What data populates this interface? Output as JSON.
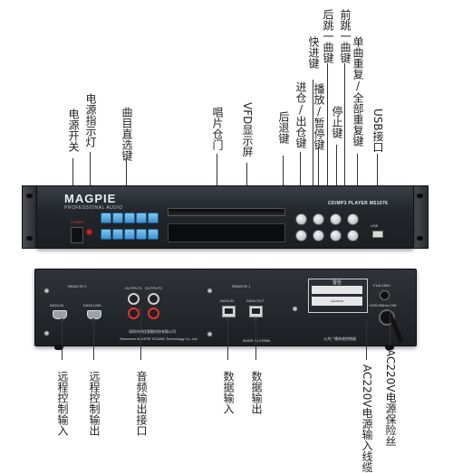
{
  "front_panel": {
    "brand": "MAGPIE",
    "brand_sub": "PROFESSIONAL AUDIO",
    "power_text": "POWER",
    "model": "CD/MP3 PLAYER  MS1076",
    "usb_text": "USB"
  },
  "front_labels": {
    "power_switch": "电源开关",
    "power_indicator": "电源指示灯",
    "track_select_keys": "曲目直选键",
    "disc_tray": "唱片仓门",
    "vfd_display": "VFD显示屏",
    "rewind_key": "后退键",
    "tray_key": "进仓/出仓键",
    "fast_forward_key": "快进键",
    "play_pause_key": "播放/暂停键",
    "prev_track_key": "后跳一曲键",
    "stop_key": "停止键",
    "next_track_key": "前跳一曲键",
    "repeat_key": "单曲重复/全部重复键",
    "usb_port": "USB接口"
  },
  "rear_panel": {
    "remote2": "REMOTE 2",
    "data_in": "DATA IN",
    "data_link": "DATA LINK",
    "output1": "OUTPUT1",
    "output2": "OUTPUT2",
    "company_cn": "深圳市鹊佳智能科技有限公司",
    "company_en": "Shenzhen MAGPIE SOUND Technology Co.,Ltd.",
    "remote1": "REMOTE 1",
    "data_in2": "DATA IN",
    "data_out": "DATA OUT",
    "made_in": "MADE IN CHINA",
    "warning_title": "警告",
    "caution": "CAUTION",
    "fuse_rating": "F1AL250V",
    "power_rating": "~220V/50Hz/20W",
    "system_name": "公共广播系统控制器"
  },
  "rear_labels": {
    "remote_input": "远程控制输入",
    "remote_output": "远程控制输出",
    "audio_output": "音频输出接口",
    "data_input": "数据输入",
    "data_output": "数据输出",
    "ac_cable": "AC220V电源输入线缆",
    "ac_fuse": "AC220V电源保险丝"
  }
}
